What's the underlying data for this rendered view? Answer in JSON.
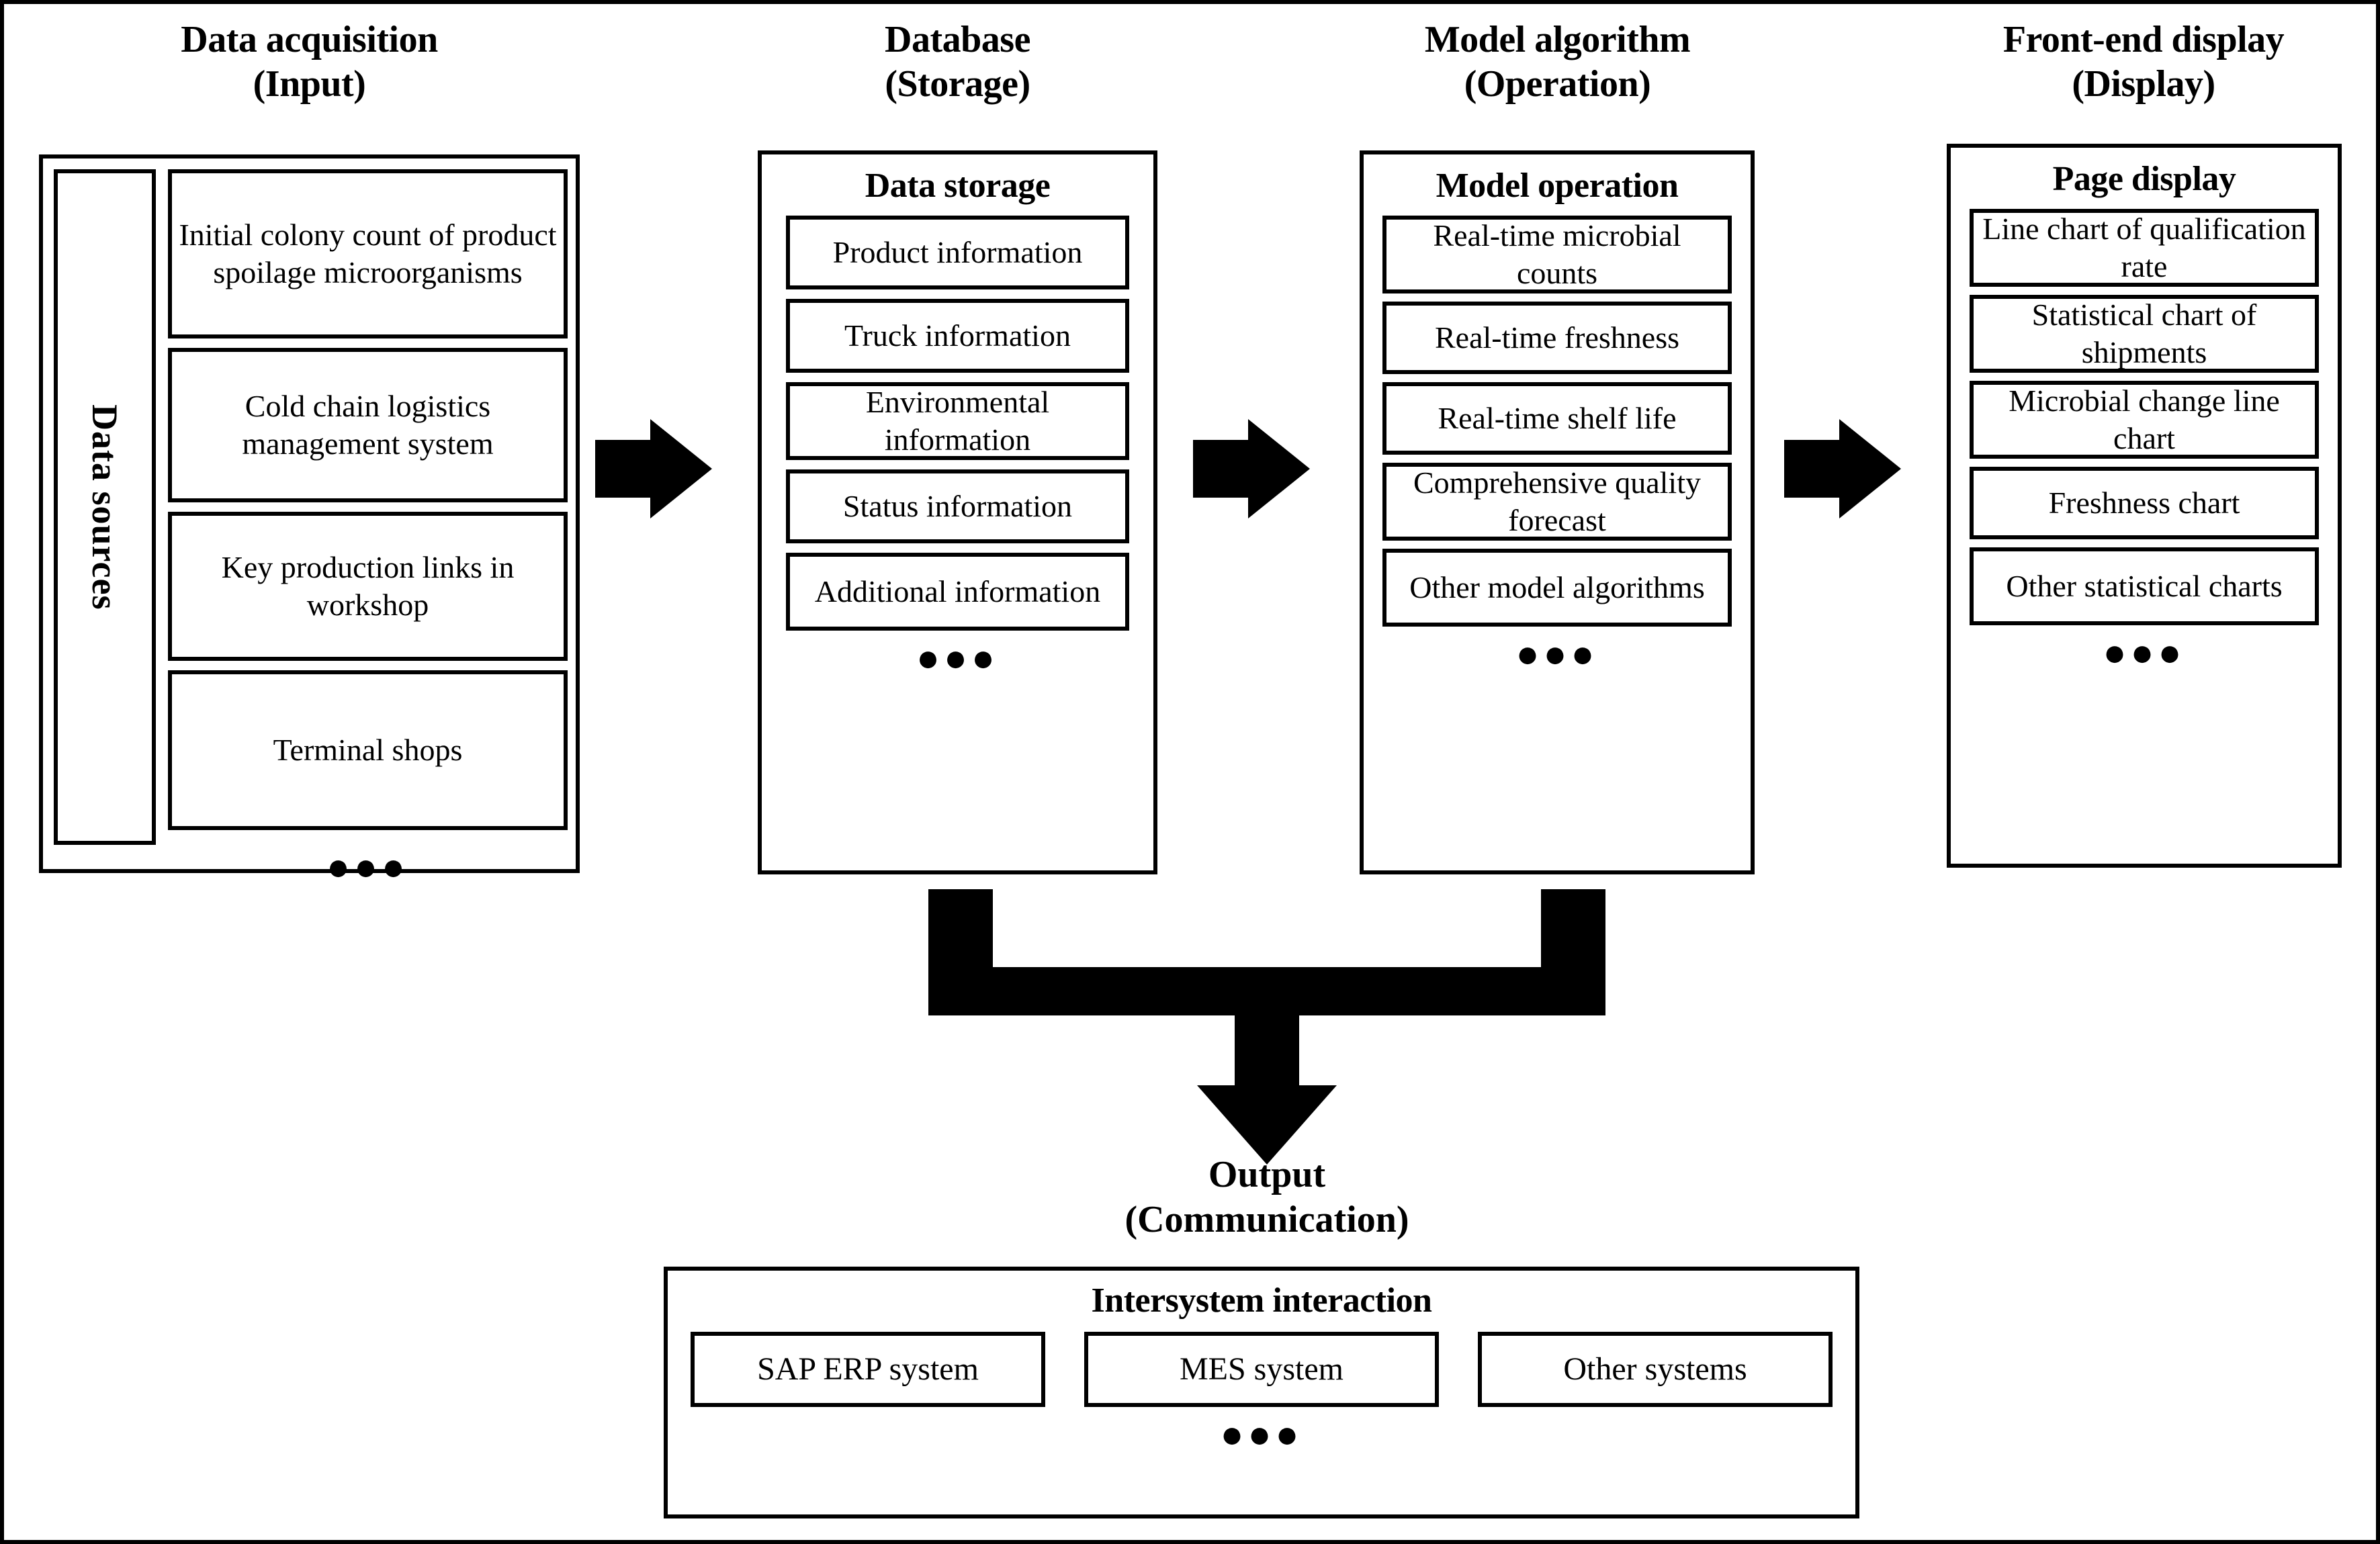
{
  "columns": [
    {
      "title": "Data acquisition\n(Input)",
      "title_line1": "Data acquisition",
      "title_line2": "(Input)",
      "side_label": "Data sources",
      "items": [
        "Initial colony count of product spoilage microorganisms",
        "Cold chain logistics management system",
        "Key production links in workshop",
        "Terminal shops"
      ],
      "ellipsis": "●●●"
    },
    {
      "title_line1": "Database",
      "title_line2": "(Storage)",
      "panel_title": "Data storage",
      "items": [
        "Product information",
        "Truck information",
        "Environmental information",
        "Status information",
        "Additional information"
      ],
      "ellipsis": "●●●"
    },
    {
      "title_line1": "Model algorithm",
      "title_line2": "(Operation)",
      "panel_title": "Model operation",
      "items": [
        "Real-time microbial counts",
        "Real-time freshness",
        "Real-time shelf life",
        "Comprehensive quality forecast",
        "Other model algorithms"
      ],
      "ellipsis": "●●●"
    },
    {
      "title_line1": "Front-end display",
      "title_line2": "(Display)",
      "panel_title": "Page display",
      "items": [
        "Line chart of qualification rate",
        "Statistical chart of shipments",
        "Microbial change line chart",
        "Freshness chart",
        "Other statistical charts"
      ],
      "ellipsis": "●●●"
    }
  ],
  "output": {
    "caption_line1": "Output",
    "caption_line2": "(Communication)"
  },
  "bottom": {
    "panel_title": "Intersystem interaction",
    "items": [
      "SAP ERP system",
      "MES system",
      "Other systems"
    ],
    "ellipsis": "●●●"
  },
  "colors": {
    "stroke": "#000000",
    "background": "#ffffff",
    "arrow_fill": "#000000"
  }
}
